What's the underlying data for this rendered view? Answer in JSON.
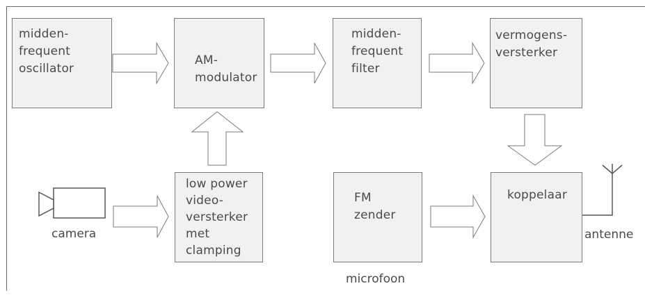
{
  "blocks": {
    "oscillator": "midden-\nfrequent\noscillator",
    "am_modulator": "AM-\nmodulator",
    "if_filter": "midden-\nfrequent\nfilter",
    "power_amp": "vermogens-\nversterker",
    "video_amp": "low power\nvideo-\nversterker\nmet\nclamping",
    "fm_sender": "FM\nzender",
    "coupler": "koppelaar"
  },
  "labels": {
    "camera": "camera",
    "microphone": "microfoon",
    "antenna": "antenne"
  },
  "icons": {
    "camera": "camera-icon",
    "antenna": "antenna-icon"
  }
}
